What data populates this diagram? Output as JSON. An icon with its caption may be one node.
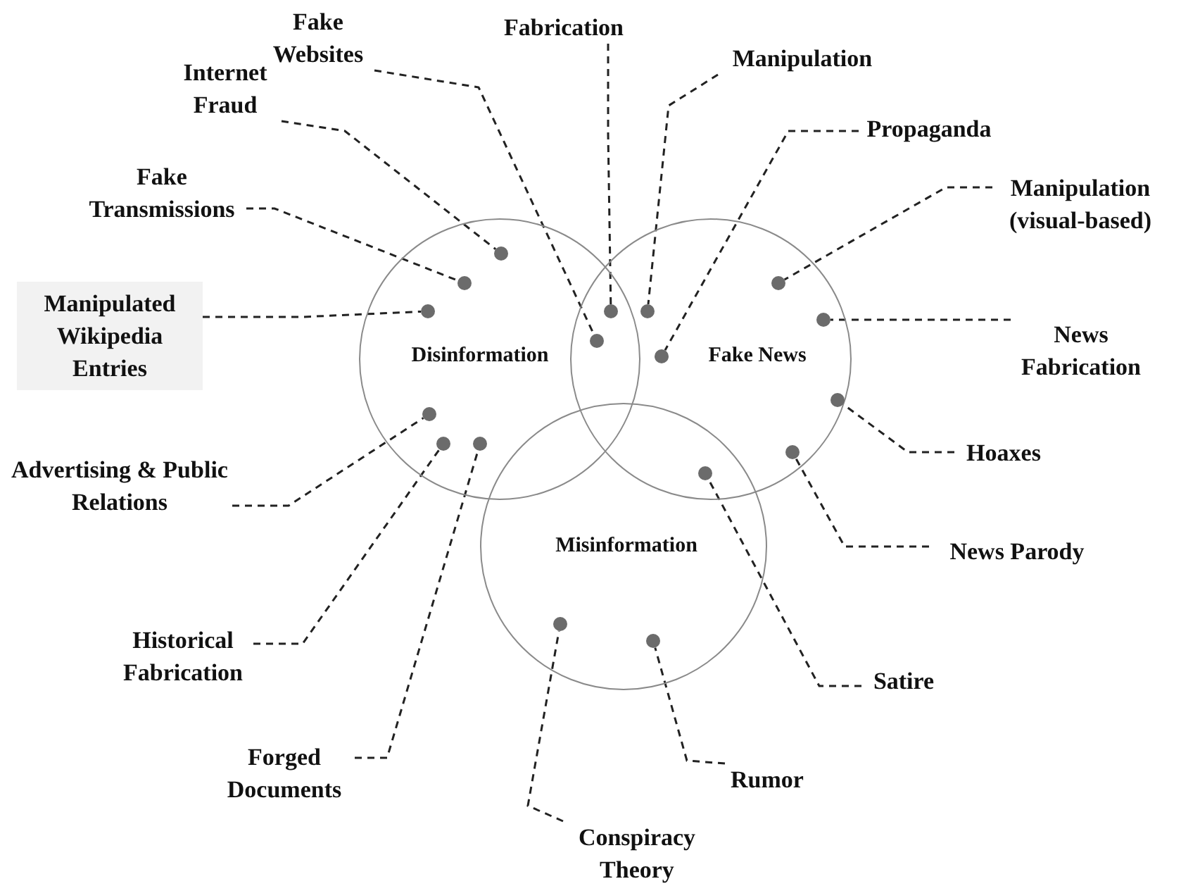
{
  "diagram": {
    "nodes": [
      {
        "text": [
          "Disinformation"
        ]
      },
      {
        "text": [
          "Fake News"
        ]
      },
      {
        "text": [
          "Misinformation"
        ]
      },
      {
        "text": [
          "Fake Websites"
        ]
      },
      {
        "text": [],
        "shape": "circle"
      },
      {
        "text": [
          "Fabrication"
        ]
      },
      {
        "text": [],
        "shape": "circle"
      },
      {
        "text": [
          "Manipulation"
        ]
      },
      {
        "text": [],
        "shape": "circle",
        "in": 1
      },
      {
        "text": [
          "Internet Fraud"
        ]
      },
      {
        "text": [],
        "shape": "circle",
        "in": 0
      },
      {
        "text": [
          "Propaganda"
        ]
      },
      {
        "text": [],
        "shape": "circle",
        "in": 1
      },
      {
        "text": [
          "Fake Transmissions"
        ]
      },
      {
        "text": [],
        "shape": "circle",
        "in": 0
      },
      {
        "text": [
          "Manipulation (visual-based)"
        ]
      },
      {
        "text": [],
        "shape": "circle",
        "in": 1
      },
      {
        "text": [
          "Manipulated Wikipedia Entries"
        ]
      },
      {
        "text": [],
        "shape": "circle",
        "in": 0
      },
      {
        "text": [
          "News Fabrication"
        ]
      },
      {
        "text": [],
        "shape": "circle",
        "in": 1
      },
      {
        "text": [
          "Hoaxes"
        ]
      },
      {
        "text": [],
        "shape": "circle",
        "in": 1
      },
      {
        "text": [
          "Advertising & Public Relations"
        ]
      },
      {
        "text": [],
        "shape": "circle",
        "in": 0
      },
      {
        "text": [
          "News Parody"
        ]
      },
      {
        "text": [],
        "shape": "circle",
        "in": 1
      },
      {
        "text": [
          "Historical Fabrication"
        ]
      },
      {
        "text": [],
        "shape": "circle",
        "in": 0
      },
      {
        "text": [
          "Satire"
        ]
      },
      {
        "text": [],
        "shape": "circle"
      },
      {
        "text": [
          "Forged Documents"
        ]
      },
      {
        "text": [],
        "shape": "circle",
        "in": 0
      },
      {
        "text": [
          "Rumor"
        ]
      },
      {
        "text": [],
        "shape": "circle",
        "in": 2
      },
      {
        "text": [
          "Conspiracy Theory"
        ]
      },
      {
        "text": [],
        "shape": "circle",
        "in": 2
      }
    ],
    "edges": [
      {
        "from": 3,
        "to": 4,
        "arrow": "none",
        "style": "dashed"
      },
      {
        "from": 5,
        "to": 6,
        "arrow": "none",
        "style": "dashed"
      },
      {
        "from": 7,
        "to": 8,
        "arrow": "none",
        "style": "dashed"
      },
      {
        "from": 9,
        "to": 10,
        "arrow": "none",
        "style": "dashed"
      },
      {
        "from": 11,
        "to": 12,
        "arrow": "none",
        "style": "dashed"
      },
      {
        "from": 13,
        "to": 14,
        "arrow": "none",
        "style": "dashed"
      },
      {
        "from": 15,
        "to": 16,
        "arrow": "none",
        "style": "dashed"
      },
      {
        "from": 17,
        "to": 18,
        "arrow": "none",
        "style": "dashed"
      },
      {
        "from": 19,
        "to": 20,
        "arrow": "none",
        "style": "dashed"
      },
      {
        "from": 21,
        "to": 22,
        "arrow": "none",
        "style": "dashed"
      },
      {
        "from": 23,
        "to": 24,
        "arrow": "none",
        "style": "dashed"
      },
      {
        "from": 25,
        "to": 26,
        "arrow": "none",
        "style": "dashed"
      },
      {
        "from": 27,
        "to": 28,
        "arrow": "none",
        "style": "dashed"
      },
      {
        "from": 29,
        "to": 30,
        "arrow": "none",
        "style": "dashed"
      },
      {
        "from": 31,
        "to": 32,
        "arrow": "none",
        "style": "dashed"
      },
      {
        "from": 33,
        "to": 34,
        "arrow": "none",
        "style": "dashed"
      },
      {
        "from": 35,
        "to": 36,
        "arrow": "none",
        "style": "dashed"
      }
    ]
  }
}
